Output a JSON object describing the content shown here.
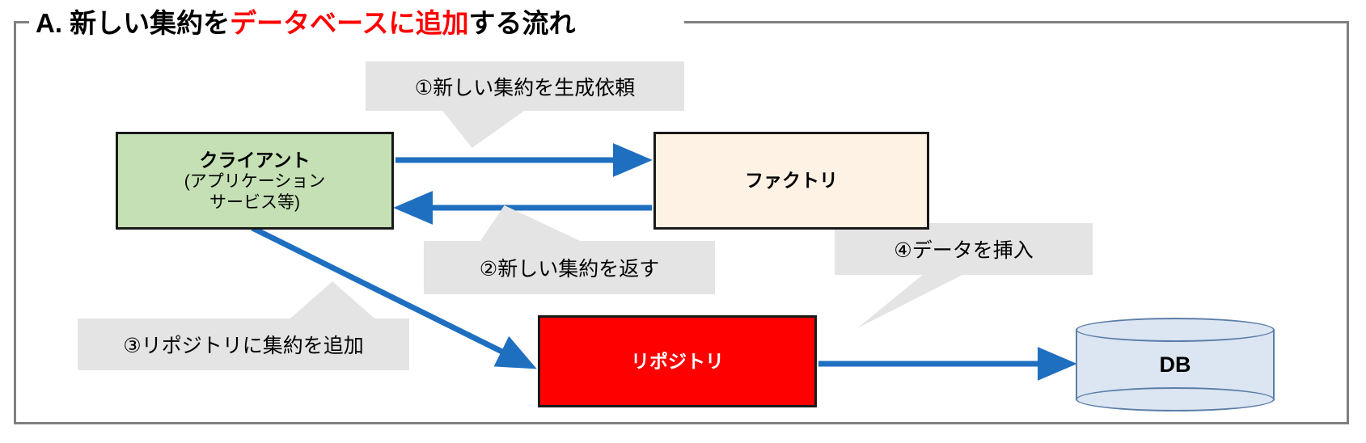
{
  "frame": {
    "title_prefix": "A. 新しい集約を",
    "title_highlight": "データベースに追加",
    "title_suffix": "する流れ",
    "border_color": "#808080"
  },
  "nodes": {
    "client": {
      "title": "クライアント",
      "sub1": "(アプリケーション",
      "sub2": "サービス等)",
      "fill": "#c5e0b4"
    },
    "factory": {
      "title": "ファクトリ",
      "fill": "#fdf2e3"
    },
    "repository": {
      "title": "リポジトリ",
      "fill": "#ff0000",
      "text_color": "#ffffff"
    },
    "db": {
      "title": "DB",
      "fill": "#dce5f2",
      "stroke": "#5b7ea8"
    }
  },
  "callouts": [
    {
      "id": "1",
      "text": "①新しい集約を生成依頼",
      "fill": "#e4e4e4"
    },
    {
      "id": "2",
      "text": "②新しい集約を返す",
      "fill": "#e4e4e4"
    },
    {
      "id": "3",
      "text": "③リポジトリに集約を追加",
      "fill": "#e4e4e4"
    },
    {
      "id": "4",
      "text": "④データを挿入",
      "fill": "#e4e4e4"
    }
  ],
  "arrows": {
    "color": "#1f6fc0",
    "items": [
      {
        "name": "client-to-factory",
        "from": "client",
        "to": "factory"
      },
      {
        "name": "factory-to-client",
        "from": "factory",
        "to": "client"
      },
      {
        "name": "client-to-repository",
        "from": "client",
        "to": "repository"
      },
      {
        "name": "repository-to-db",
        "from": "repository",
        "to": "db"
      }
    ]
  }
}
